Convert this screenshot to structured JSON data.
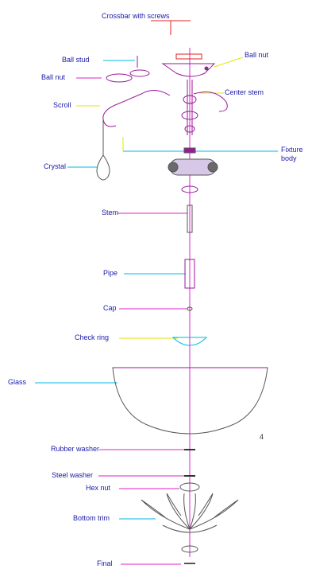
{
  "labels": {
    "crossbar": "Crossbar with screws",
    "ball_nut_top": "Ball nut",
    "ball_stud": "Ball stud",
    "ball_nut_left": "Ball nut",
    "center_stem": "Center stem",
    "scroll": "Scroll",
    "fixture_body_1": "Fixture",
    "fixture_body_2": "body",
    "crystal": "Crystal",
    "stem": "Stem",
    "pipe": "Pipe",
    "cap": "Cap",
    "check_ring": "Check ring",
    "glass": "Glass",
    "rubber_washer": "Rubber washer",
    "steel_washer": "Steel washer",
    "hex_nut": "Hex nut",
    "bottom_trim": "Bottom trim",
    "final": "Final",
    "mark": "4"
  },
  "colors": {
    "label_text": "#1a1aa8",
    "leader_cyan": "#00b8e6",
    "leader_magenta": "#e020c8",
    "leader_yellow": "#e6e600",
    "leader_red": "#e02020",
    "part_stroke": "#9a1a9a",
    "part_dark": "#555555"
  }
}
